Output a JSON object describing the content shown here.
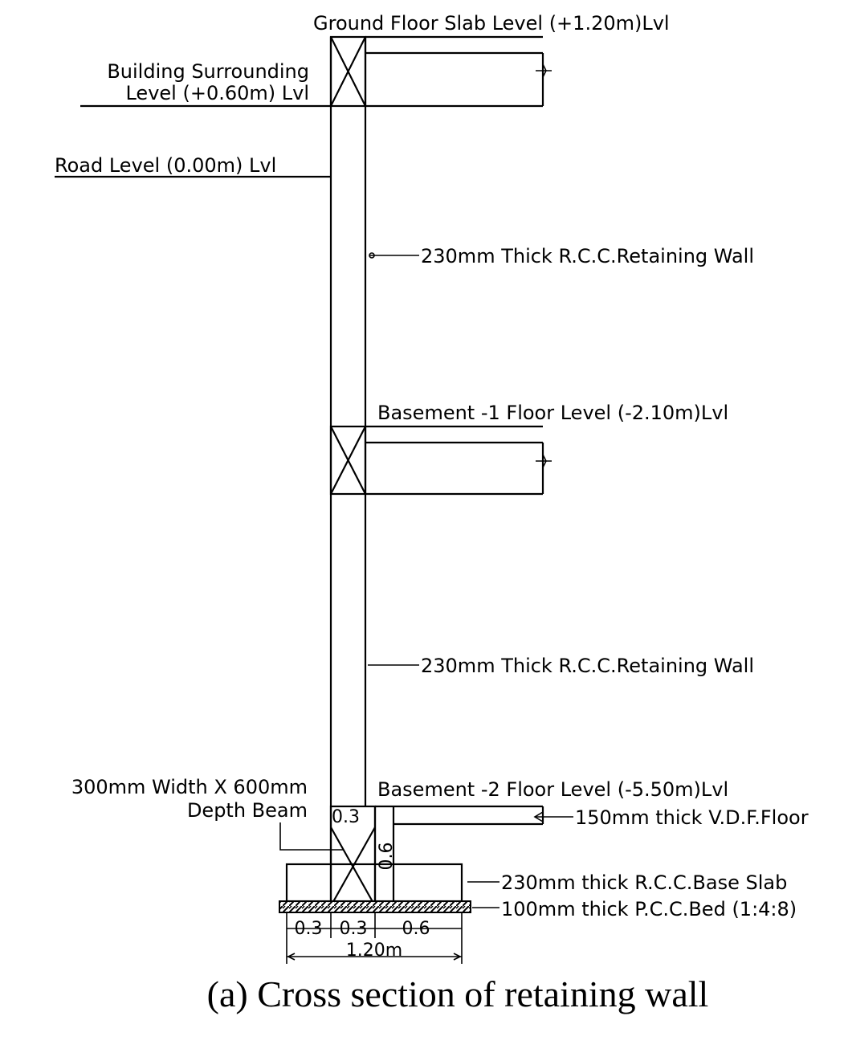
{
  "labels": {
    "ground_floor_slab": "Ground Floor Slab Level (+1.20m)Lvl",
    "building_surrounding_1": "Building Surrounding",
    "building_surrounding_2": "Level (+0.60m) Lvl",
    "road_level": "Road Level (0.00m) Lvl",
    "retaining_wall_upper": "230mm Thick R.C.C.Retaining Wall",
    "basement1_floor": "Basement -1 Floor Level (-2.10m)Lvl",
    "retaining_wall_lower": "230mm Thick R.C.C.Retaining Wall",
    "beam_1": "300mm Width X 600mm",
    "beam_2": "Depth Beam",
    "basement2_floor": "Basement -2 Floor Level (-5.50m)Lvl",
    "vdf_floor": "150mm thick V.D.F.Floor",
    "base_slab": "230mm thick R.C.C.Base Slab",
    "pcc_bed": "100mm thick P.C.C.Bed (1:4:8)"
  },
  "dimensions": {
    "beam_width": "0.3",
    "beam_depth": "0.6",
    "seg_1": "0.3",
    "seg_2": "0.3",
    "seg_3": "0.6",
    "total_width": "1.20m"
  },
  "caption": "(a) Cross section of retaining wall"
}
